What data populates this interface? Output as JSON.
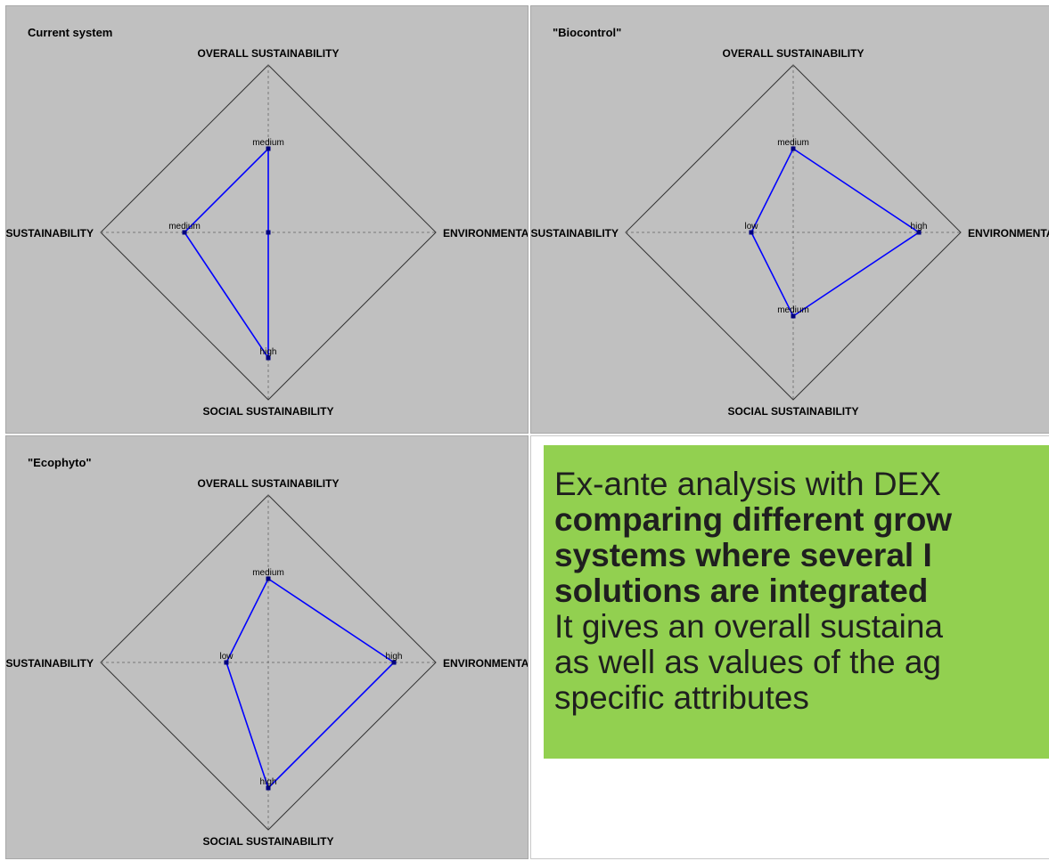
{
  "chart_data": [
    {
      "type": "radar",
      "title": "Current system",
      "axes": [
        "OVERALL SUSTAINABILITY",
        "ENVIRONMENTAL SUSTAINABILITY",
        "SOCIAL SUSTAINABILITY",
        "ECONOMIC SUSTAINABILITY"
      ],
      "scale": [
        "low",
        "medium",
        "high"
      ],
      "values": [
        {
          "axis": "OVERALL SUSTAINABILITY",
          "value": "medium"
        },
        {
          "axis": "ENVIRONMENTAL SUSTAINABILITY",
          "value": null
        },
        {
          "axis": "SOCIAL SUSTAINABILITY",
          "value": "high"
        },
        {
          "axis": "ECONOMIC SUSTAINABILITY",
          "value": "medium"
        }
      ]
    },
    {
      "type": "radar",
      "title": "\"Biocontrol\"",
      "axes": [
        "OVERALL SUSTAINABILITY",
        "ENVIRONMENTAL SUSTAINABILITY",
        "SOCIAL SUSTAINABILITY",
        "ECONOMIC SUSTAINABILITY"
      ],
      "scale": [
        "low",
        "medium",
        "high"
      ],
      "values": [
        {
          "axis": "OVERALL SUSTAINABILITY",
          "value": "medium"
        },
        {
          "axis": "ENVIRONMENTAL SUSTAINABILITY",
          "value": "high"
        },
        {
          "axis": "SOCIAL SUSTAINABILITY",
          "value": "medium"
        },
        {
          "axis": "ECONOMIC SUSTAINABILITY",
          "value": "low"
        }
      ]
    },
    {
      "type": "radar",
      "title": "\"Ecophyto\"",
      "axes": [
        "OVERALL SUSTAINABILITY",
        "ENVIRONMENTAL SUSTAINABILITY",
        "SOCIAL SUSTAINABILITY",
        "ECONOMIC SUSTAINABILITY"
      ],
      "scale": [
        "low",
        "medium",
        "high"
      ],
      "values": [
        {
          "axis": "OVERALL SUSTAINABILITY",
          "value": "medium"
        },
        {
          "axis": "ENVIRONMENTAL SUSTAINABILITY",
          "value": "high"
        },
        {
          "axis": "SOCIAL SUSTAINABILITY",
          "value": "high"
        },
        {
          "axis": "ECONOMIC SUSTAINABILITY",
          "value": "low"
        }
      ]
    }
  ],
  "note": {
    "line1": "Ex-ante analysis with DEX",
    "line2": "comparing different grow",
    "line3": "systems where several I",
    "line4": "solutions are integrated",
    "line5": "It gives an overall sustaina",
    "line6": "as well as values of the ag",
    "line7": "specific attributes"
  },
  "colors": {
    "panel_background": "#c0c0c0",
    "series_line": "#0000ff",
    "point_marker": "#000080",
    "note_background": "#92d050"
  }
}
